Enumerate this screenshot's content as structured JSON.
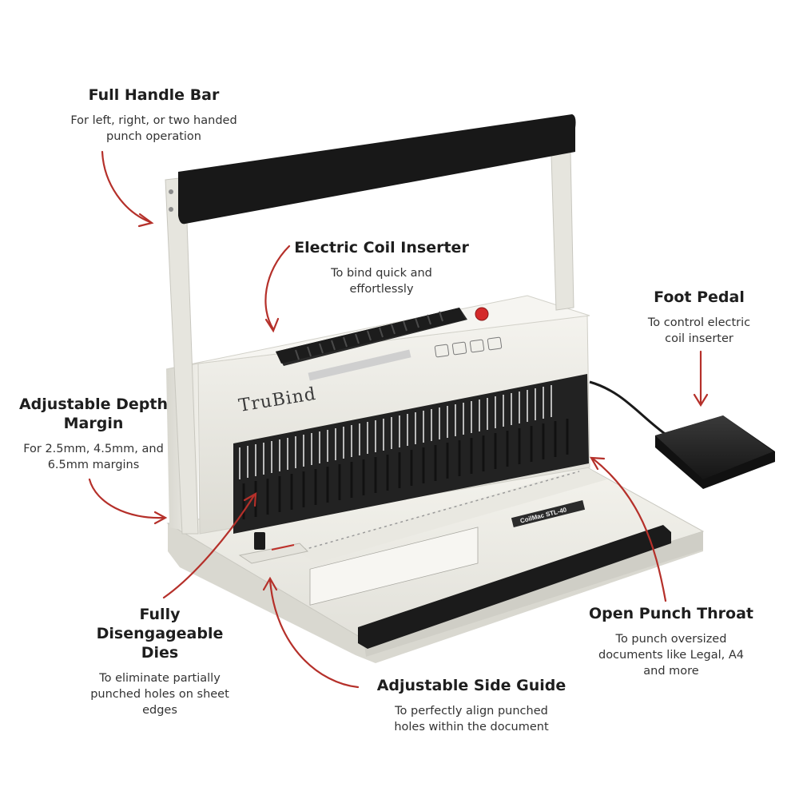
{
  "brand": {
    "logo_text": "TruBind",
    "model_badge": "CoilMac STL-40"
  },
  "features": {
    "handle": {
      "title": "Full Handle Bar",
      "desc": "For left, right, or two handed punch operation"
    },
    "coil": {
      "title": "Electric Coil Inserter",
      "desc": "To bind quick and effortlessly"
    },
    "pedal": {
      "title": "Foot Pedal",
      "desc": "To control electric coil inserter"
    },
    "depth": {
      "title": "Adjustable Depth Margin",
      "desc": "For 2.5mm, 4.5mm, and 6.5mm margins"
    },
    "dies": {
      "title": "Fully Disengageable Dies",
      "desc": "To eliminate partially punched holes on sheet edges"
    },
    "throat": {
      "title": "Open Punch Throat",
      "desc": "To punch oversized documents like Legal, A4 and more"
    },
    "guide": {
      "title": "Adjustable Side Guide",
      "desc": "To perfectly align punched holes within the document"
    }
  },
  "colors": {
    "arrow": "#b5302a",
    "body": "#ecebe4",
    "dark": "#1c1c1c",
    "button": "#d42a2a"
  }
}
